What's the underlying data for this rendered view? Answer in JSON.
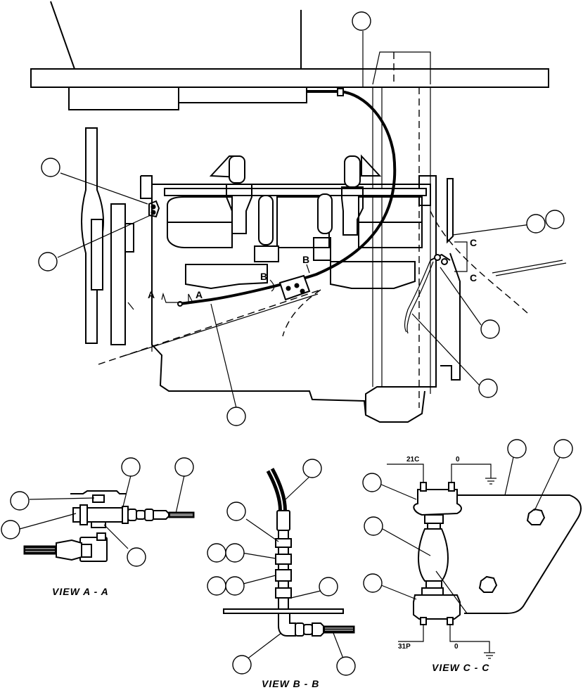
{
  "section_markers": {
    "a_left": "A",
    "a_right": "A",
    "b_left": "B",
    "b_right": "B",
    "c_top": "C",
    "c_bottom": "C"
  },
  "wire_labels": {
    "top_left": "21C",
    "top_right": "0",
    "bottom_left": "31P",
    "bottom_right": "0"
  },
  "view_titles": {
    "a": "VIEW A - A",
    "b": "VIEW B - B",
    "c": "VIEW C - C"
  }
}
